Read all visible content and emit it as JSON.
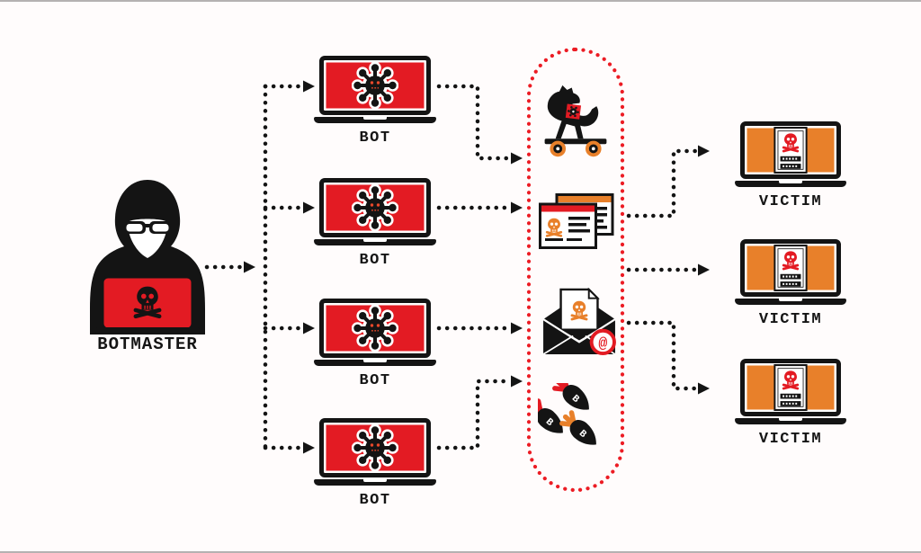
{
  "diagram": {
    "botmaster": {
      "label": "BOTMASTER"
    },
    "bots": [
      {
        "label": "BOT"
      },
      {
        "label": "BOT"
      },
      {
        "label": "BOT"
      },
      {
        "label": "BOT"
      }
    ],
    "victims": [
      {
        "label": "VICTIM"
      },
      {
        "label": "VICTIM"
      },
      {
        "label": "VICTIM"
      }
    ],
    "channel": {
      "icons": [
        {
          "name": "trojan-horse-icon"
        },
        {
          "name": "malicious-website-icon"
        },
        {
          "name": "infected-email-icon"
        },
        {
          "name": "bomb-attack-icon"
        }
      ],
      "at_symbol": "@",
      "bomb_letter": "B"
    },
    "colors": {
      "red": "#E31B23",
      "orange": "#E8802A",
      "ink": "#141414",
      "channel_dots": "#EC1C24",
      "background": "#FFFCFC"
    }
  }
}
